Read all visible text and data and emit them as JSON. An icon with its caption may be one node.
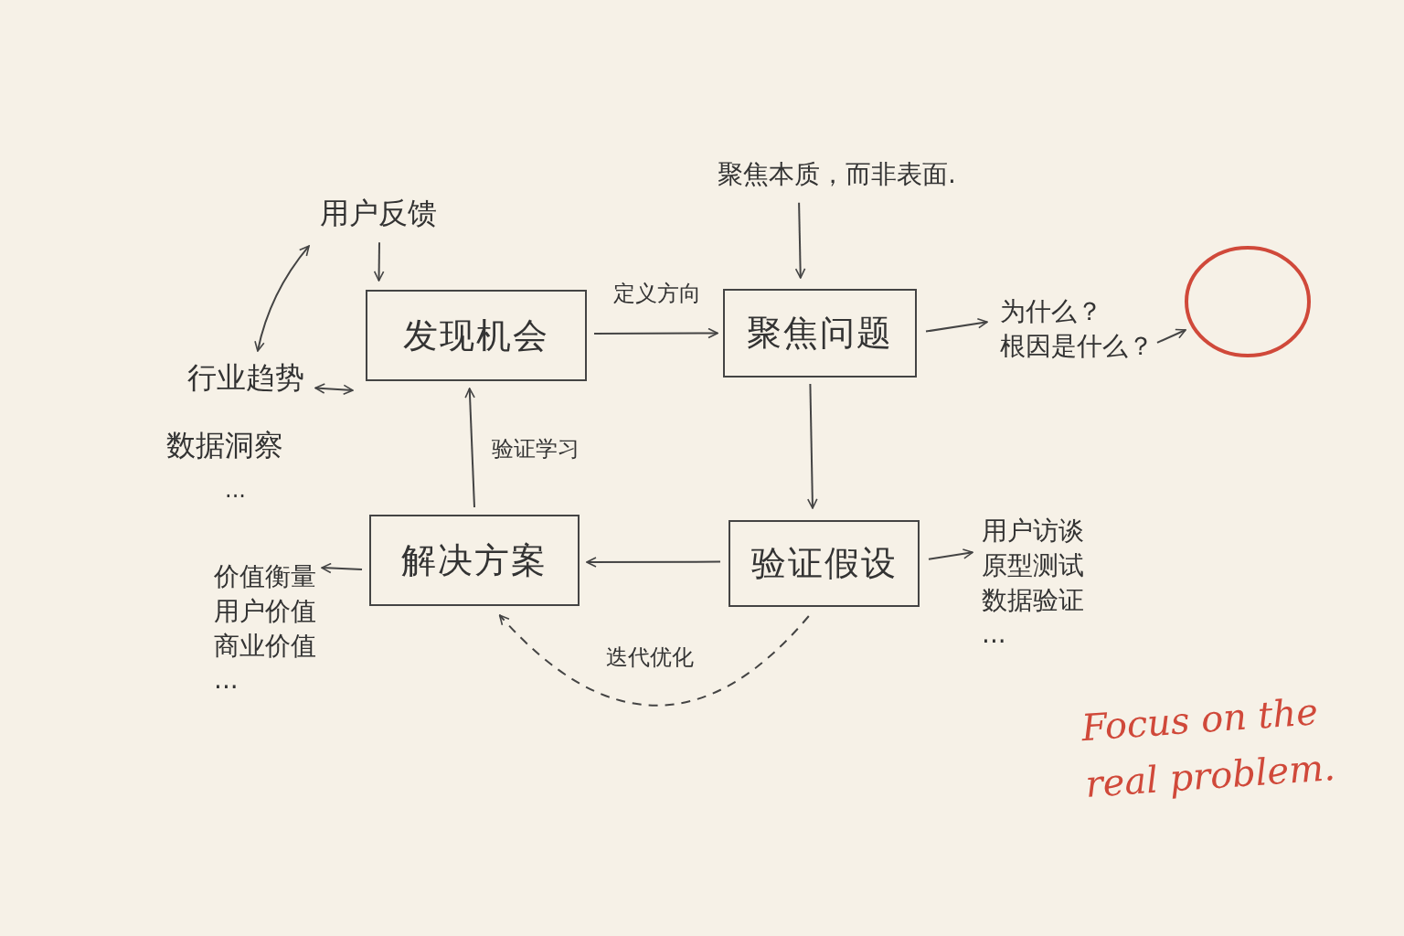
{
  "diagram": {
    "nodes": [
      {
        "text": [
          "发现机会"
        ]
      },
      {
        "text": [
          "聚焦问题"
        ]
      },
      {
        "text": [
          "验证假设"
        ]
      },
      {
        "text": [
          "解决方案"
        ]
      },
      {
        "text": [
          "用户反馈"
        ]
      },
      {
        "text": [
          "行业趋势"
        ]
      },
      {
        "text": [
          "聚焦本质，而非表面."
        ]
      },
      {
        "text": [
          "为什么？",
          "根因是什么？"
        ]
      },
      {
        "text": [],
        "shape": "circle"
      },
      {
        "text": [
          "用户访谈",
          "原型测试",
          "数据验证",
          "..."
        ]
      },
      {
        "text": [
          "价值衡量",
          "用户价值",
          "商业价值",
          "..."
        ]
      }
    ],
    "edges": [
      {
        "from": 0,
        "to": 1,
        "arrow": "to",
        "label": "定义方向"
      },
      {
        "from": 1,
        "to": 2,
        "arrow": "to"
      },
      {
        "from": 2,
        "to": 3,
        "arrow": "to"
      },
      {
        "from": 3,
        "to": 0,
        "arrow": "to",
        "label": "验证学习"
      },
      {
        "from": 2,
        "to": 3,
        "arrow": "to",
        "style": "dashed",
        "label": "迭代优化"
      },
      {
        "from": 4,
        "to": 0,
        "arrow": "to"
      },
      {
        "from": 5,
        "to": 0,
        "arrow": "both"
      },
      {
        "from": 4,
        "to": 5,
        "arrow": "both"
      },
      {
        "from": 6,
        "to": 1,
        "arrow": "to"
      },
      {
        "from": 1,
        "to": 7,
        "arrow": "to"
      },
      {
        "from": 7,
        "to": 8,
        "arrow": "to"
      },
      {
        "from": 2,
        "to": 9,
        "arrow": "to"
      },
      {
        "from": 3,
        "to": 10,
        "arrow": "to"
      }
    ],
    "labels": [
      "数据洞察",
      "...",
      "Focus on the real problem."
    ]
  }
}
